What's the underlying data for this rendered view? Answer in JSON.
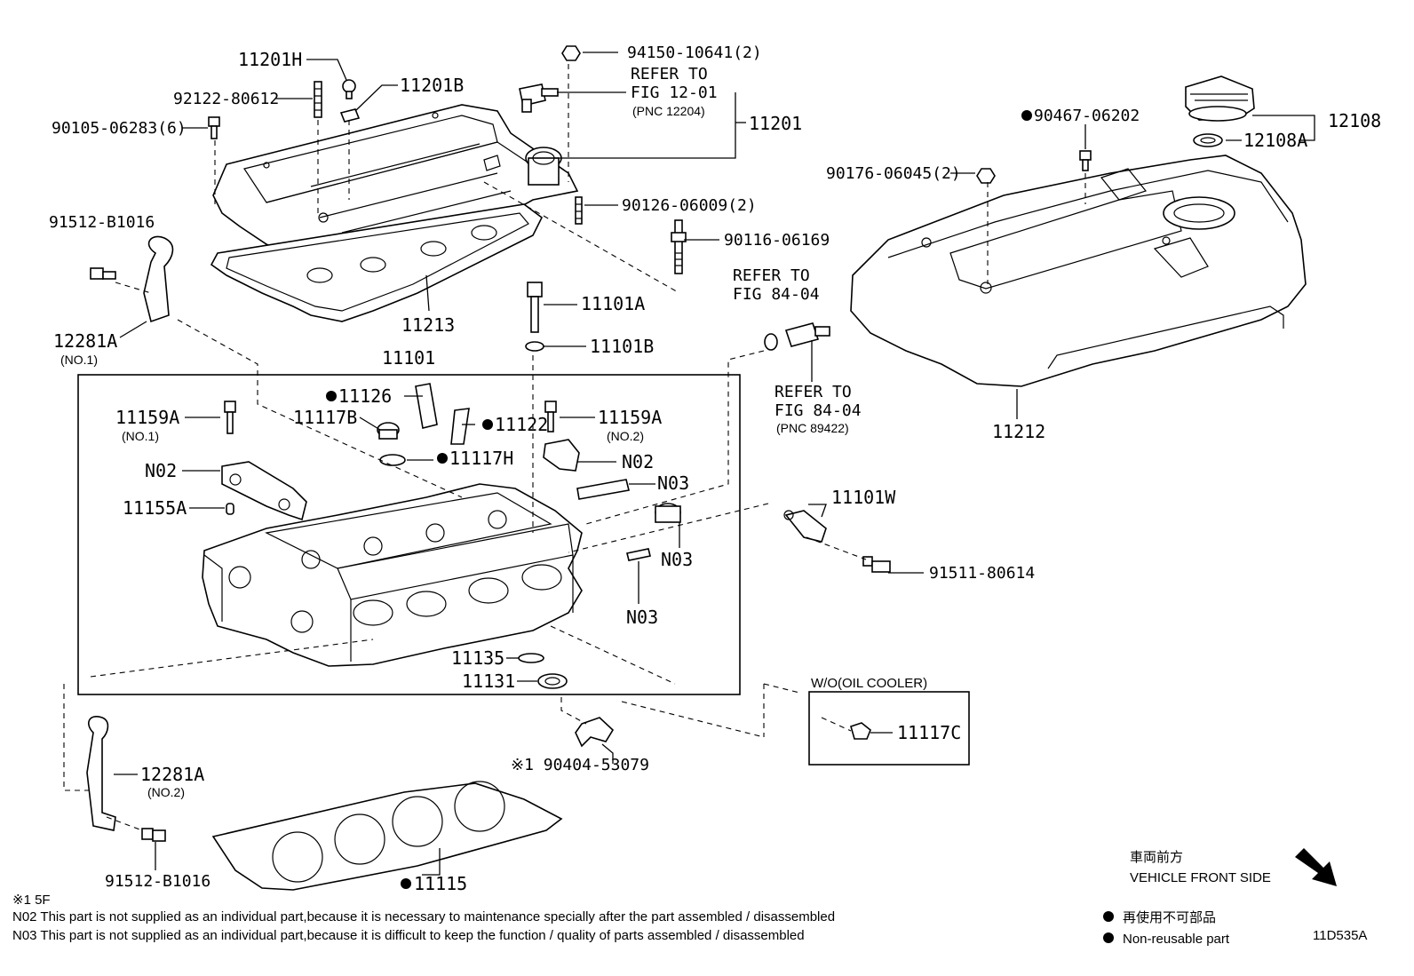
{
  "callouts": {
    "c_11201H": "11201H",
    "c_92122": "92122-80612",
    "c_11201B": "11201B",
    "c_90105": "90105-06283(6)",
    "c_94150": "94150-10641(2)",
    "c_refer1201_a": "REFER TO",
    "c_refer1201_b": "FIG 12-01",
    "c_refer1201_c": "(PNC 12204)",
    "c_11201": "11201",
    "c_90126": "90126-06009(2)",
    "c_90116": "90116-06169",
    "c_91512_top": "91512-B1016",
    "c_12281A_1": "12281A",
    "c_no1_a": "(NO.1)",
    "c_11213": "11213",
    "c_11101A": "11101A",
    "c_11101B": "11101B",
    "c_11101": "11101",
    "c_refer8404_a1": "REFER TO",
    "c_refer8404_a2": "FIG 84-04",
    "c_refer8404_b1": "REFER TO",
    "c_refer8404_b2": "FIG 84-04",
    "c_refer8404_b3": "(PNC 89422)",
    "c_90467": "90467-06202",
    "c_90176": "90176-06045(2)",
    "c_12108": "12108",
    "c_12108A": "12108A",
    "c_11212": "11212",
    "c_11126": "11126",
    "c_11117B": "11117B",
    "c_11122": "11122",
    "c_11159A_1": "11159A",
    "c_no1_b": "(NO.1)",
    "c_11159A_2": "11159A",
    "c_no2_a": "(NO.2)",
    "c_11117H": "11117H",
    "c_N02_left": "N02",
    "c_N02_right": "N02",
    "c_N03_a": "N03",
    "c_N03_b": "N03",
    "c_N03_c": "N03",
    "c_11155A": "11155A",
    "c_11101W": "11101W",
    "c_91511": "91511-80614",
    "c_11135": "11135",
    "c_11131": "11131",
    "c_wo_oil": "W/O(OIL COOLER)",
    "c_11117C": "11117C",
    "c_90404": "※1 90404-53079",
    "c_12281A_2": "12281A",
    "c_no2_b": "(NO.2)",
    "c_91512_bot": "91512-B1016",
    "c_11115": "11115"
  },
  "notes": {
    "note1": "※1 5F",
    "note_n02": "N02 This part is not supplied as an individual part,because it is necessary to maintenance specially after the part assembled / disassembled",
    "note_n03": "N03 This part is not supplied as an individual part,because it is difficult to keep the function / quality of parts assembled / disassembled"
  },
  "legend": {
    "front_jp": "車両前方",
    "front_en": "VEHICLE FRONT SIDE",
    "nonreuse_jp": "再使用不可部品",
    "nonreuse_en": "Non-reusable part",
    "diagram_id": "11D535A"
  },
  "icons": {
    "non_reusable_marker": "filled-circle-icon",
    "front_direction": "arrow-down-right-icon"
  }
}
